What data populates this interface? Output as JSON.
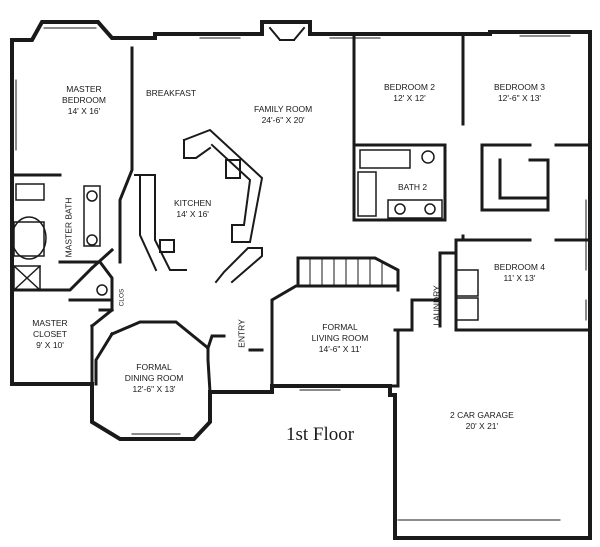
{
  "title": "1st Floor",
  "rooms": {
    "master_bedroom": {
      "name1": "MASTER",
      "name2": "BEDROOM",
      "size": "14' X 16'"
    },
    "breakfast": {
      "name": "BREAKFAST"
    },
    "family_room": {
      "name": "FAMILY ROOM",
      "size": "24'-6\" X 20'"
    },
    "bedroom2": {
      "name": "BEDROOM 2",
      "size": "12' X 12'"
    },
    "bedroom3": {
      "name": "BEDROOM 3",
      "size": "12'-6\" X 13'"
    },
    "kitchen": {
      "name": "KITCHEN",
      "size": "14' X 16'"
    },
    "bath2": {
      "name": "BATH 2"
    },
    "master_bath": {
      "name": "MASTER BATH"
    },
    "bedroom4": {
      "name": "BEDROOM 4",
      "size": "11' X 13'"
    },
    "master_closet": {
      "name1": "MASTER",
      "name2": "CLOSET",
      "size": "9' X 10'"
    },
    "closet": {
      "name": "CLOS"
    },
    "entry": {
      "name": "ENTRY"
    },
    "formal_living": {
      "name1": "FORMAL",
      "name2": "LIVING ROOM",
      "size": "14'-6\" X 11'"
    },
    "laundry": {
      "name": "LAUNDRY"
    },
    "formal_dining": {
      "name1": "FORMAL",
      "name2": "DINING ROOM",
      "size": "12'-6\" X 13'"
    },
    "garage": {
      "name": "2 CAR GARAGE",
      "size": "20' X 21'"
    }
  },
  "colors": {
    "ink": "#1a1a1a",
    "paper": "#ffffff"
  }
}
